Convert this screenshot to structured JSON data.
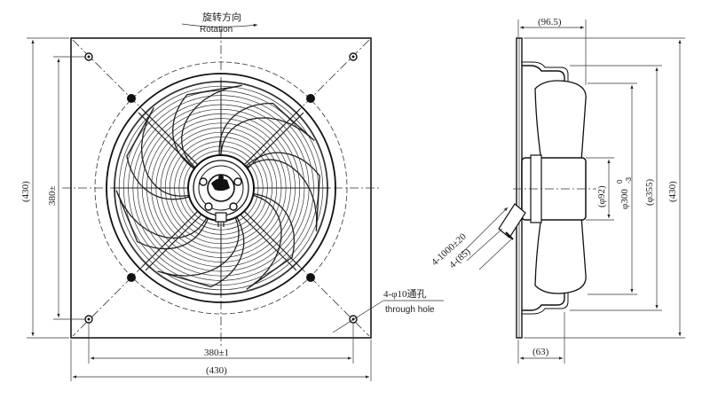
{
  "front_view": {
    "rotation_cn": "旋转方向",
    "rotation_en": "Rotation",
    "dim_height_total": "(430)",
    "dim_height_holes": "380±",
    "dim_width_holes": "380±1",
    "dim_width_total": "(430)",
    "hole_note_cn": "4-φ10通孔",
    "hole_note_en": "through hole"
  },
  "side_view": {
    "dim_depth_top": "(96.5)",
    "dim_depth_bottom": "(63)",
    "dim_hub_dia": "(φ92)",
    "dim_impeller_dia": "φ300",
    "dim_impeller_tol_upper": "0",
    "dim_impeller_tol_lower": "-3",
    "dim_ring_dia": "(φ355)",
    "dim_height_total": "(430)",
    "cable_length": "4-1000±20",
    "cable_note": "4-(85)"
  }
}
